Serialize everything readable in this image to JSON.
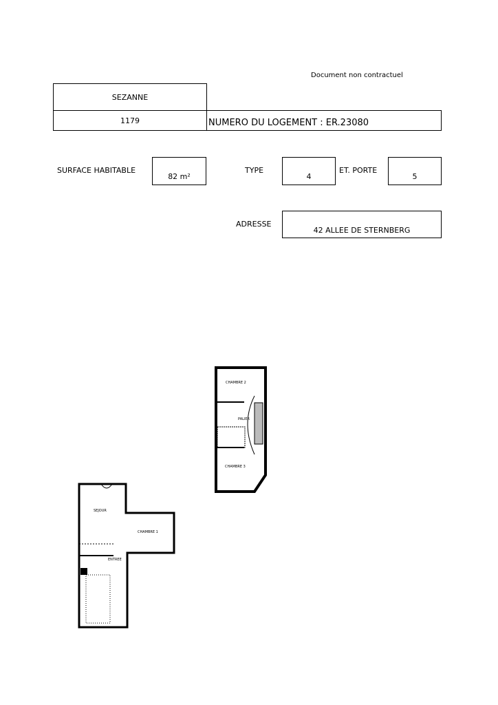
{
  "header": {
    "disclaimer": "Document non contractuel"
  },
  "info": {
    "program": "SEZANNE",
    "lot_number": "1179",
    "housing_label": "NUMERO DU LOGEMENT : ER.23080",
    "surface_label": "SURFACE HABITABLE",
    "surface_value": "82 m²",
    "type_label": "TYPE",
    "type_value": "4",
    "floor_door_label": "ET. PORTE",
    "floor_door_value": "5",
    "address_label": "ADRESSE",
    "address_value": "42 ALLEE DE STERNBERG"
  },
  "plan": {
    "upper_rooms": [
      "CHAMBRE 2",
      "PALIER",
      "CHAMBRE 3"
    ],
    "lower_rooms": [
      "SEJOUR",
      "CHAMBRE 1",
      "ENTREE"
    ]
  }
}
